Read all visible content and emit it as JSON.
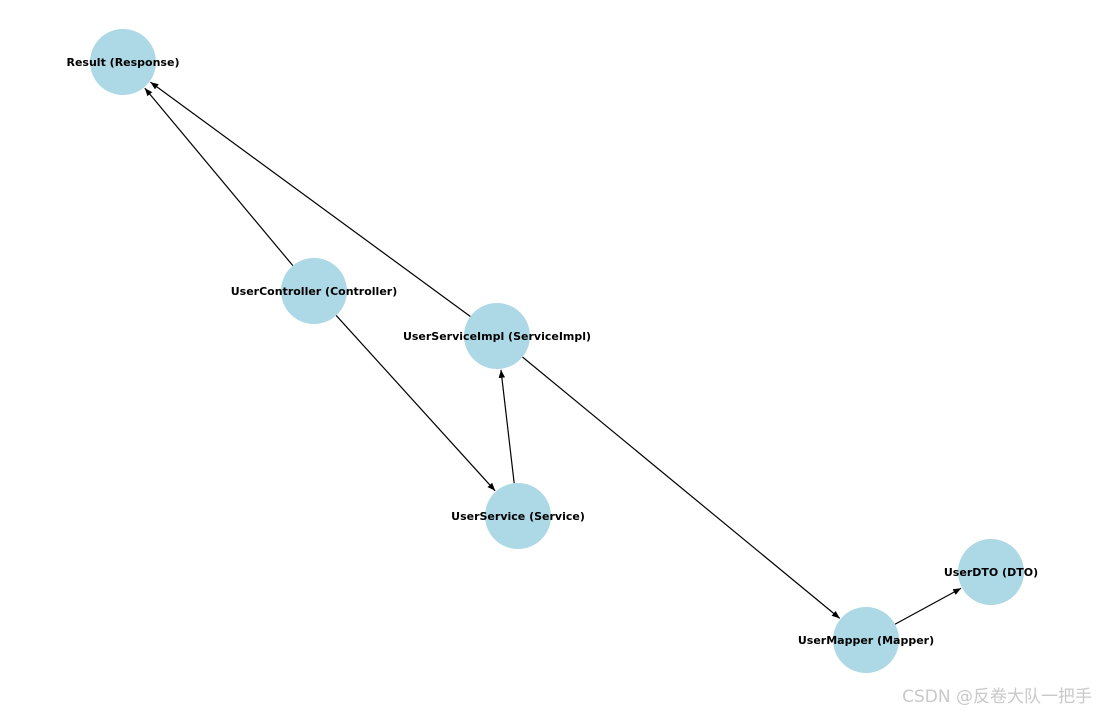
{
  "diagram": {
    "node_color": "#add8e6",
    "edge_color": "#000000",
    "nodes": [
      {
        "id": "result",
        "label": "Result (Response)"
      },
      {
        "id": "controller",
        "label": "UserController (Controller)"
      },
      {
        "id": "serviceimpl",
        "label": "UserServiceImpl (ServiceImpl)"
      },
      {
        "id": "service",
        "label": "UserService (Service)"
      },
      {
        "id": "dto",
        "label": "UserDTO (DTO)"
      },
      {
        "id": "mapper",
        "label": "UserMapper (Mapper)"
      }
    ],
    "edges": [
      {
        "from": "controller",
        "to": "result"
      },
      {
        "from": "serviceimpl",
        "to": "result"
      },
      {
        "from": "controller",
        "to": "service"
      },
      {
        "from": "service",
        "to": "serviceimpl"
      },
      {
        "from": "serviceimpl",
        "to": "mapper"
      },
      {
        "from": "mapper",
        "to": "dto"
      }
    ]
  },
  "watermark": "CSDN @反卷大队一把手"
}
